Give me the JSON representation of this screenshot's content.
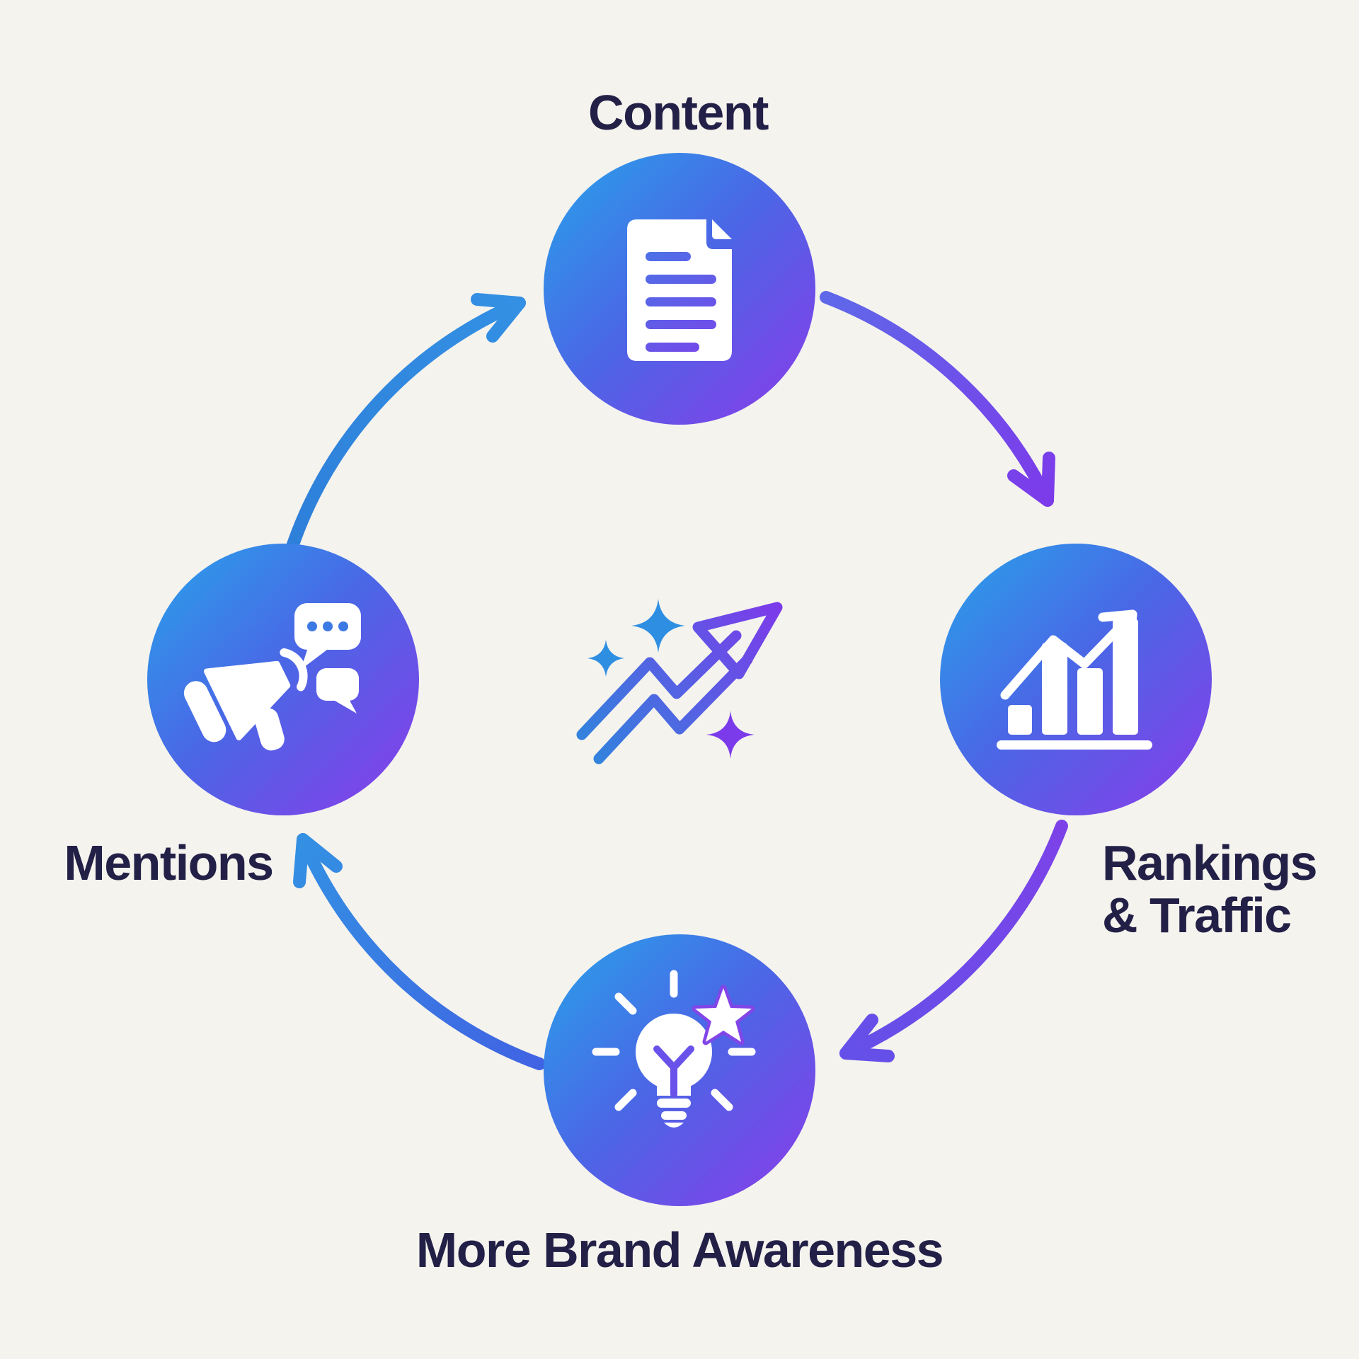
{
  "background_color": "#F5F3EE",
  "text_color": "#232047",
  "palette": {
    "circle_gradient_start": "#27A3EA",
    "circle_gradient_mid": "#4B66E6",
    "circle_gradient_end": "#8B3BE9",
    "arrow_blue": "#2E82DA",
    "arrow_purple": "#7C3BEA",
    "icon_white": "#FFFFFF"
  },
  "nodes": [
    {
      "id": "content",
      "position": "top",
      "label": "Content",
      "icon": "document-icon"
    },
    {
      "id": "rankings-traffic",
      "position": "right",
      "label": "Rankings\n& Traffic",
      "icon": "bar-chart-growth-icon"
    },
    {
      "id": "more-brand-awareness",
      "position": "bottom",
      "label": "More Brand Awareness",
      "icon": "lightbulb-star-icon"
    },
    {
      "id": "mentions",
      "position": "left",
      "label": "Mentions",
      "icon": "megaphone-chat-icon"
    }
  ],
  "center_icon": "rising-trend-sparkles-icon",
  "arrows": [
    {
      "from": "content",
      "to": "rankings-traffic",
      "color": "purple"
    },
    {
      "from": "rankings-traffic",
      "to": "more-brand-awareness",
      "color": "purple"
    },
    {
      "from": "more-brand-awareness",
      "to": "mentions",
      "color": "blue"
    },
    {
      "from": "mentions",
      "to": "content",
      "color": "blue"
    }
  ]
}
